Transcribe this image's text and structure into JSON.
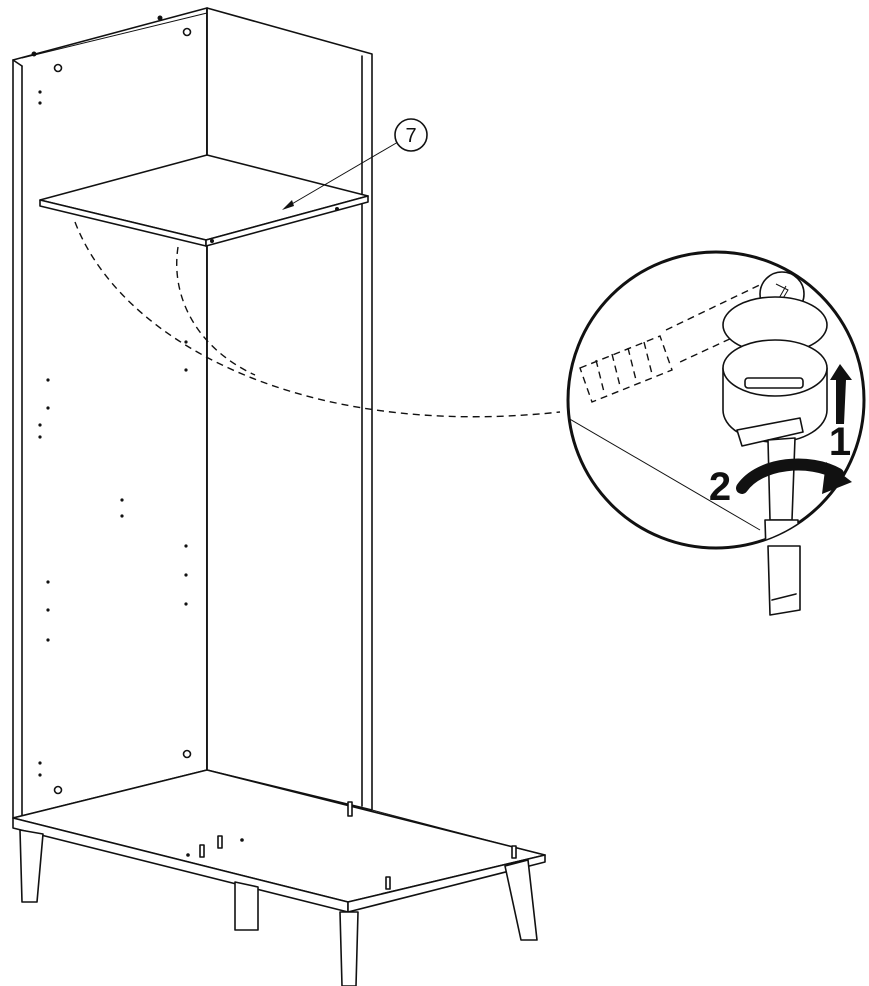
{
  "callouts": {
    "part_number": "7",
    "step_one": "1",
    "step_two": "2"
  },
  "colors": {
    "line": "#111111",
    "background": "#ffffff"
  }
}
